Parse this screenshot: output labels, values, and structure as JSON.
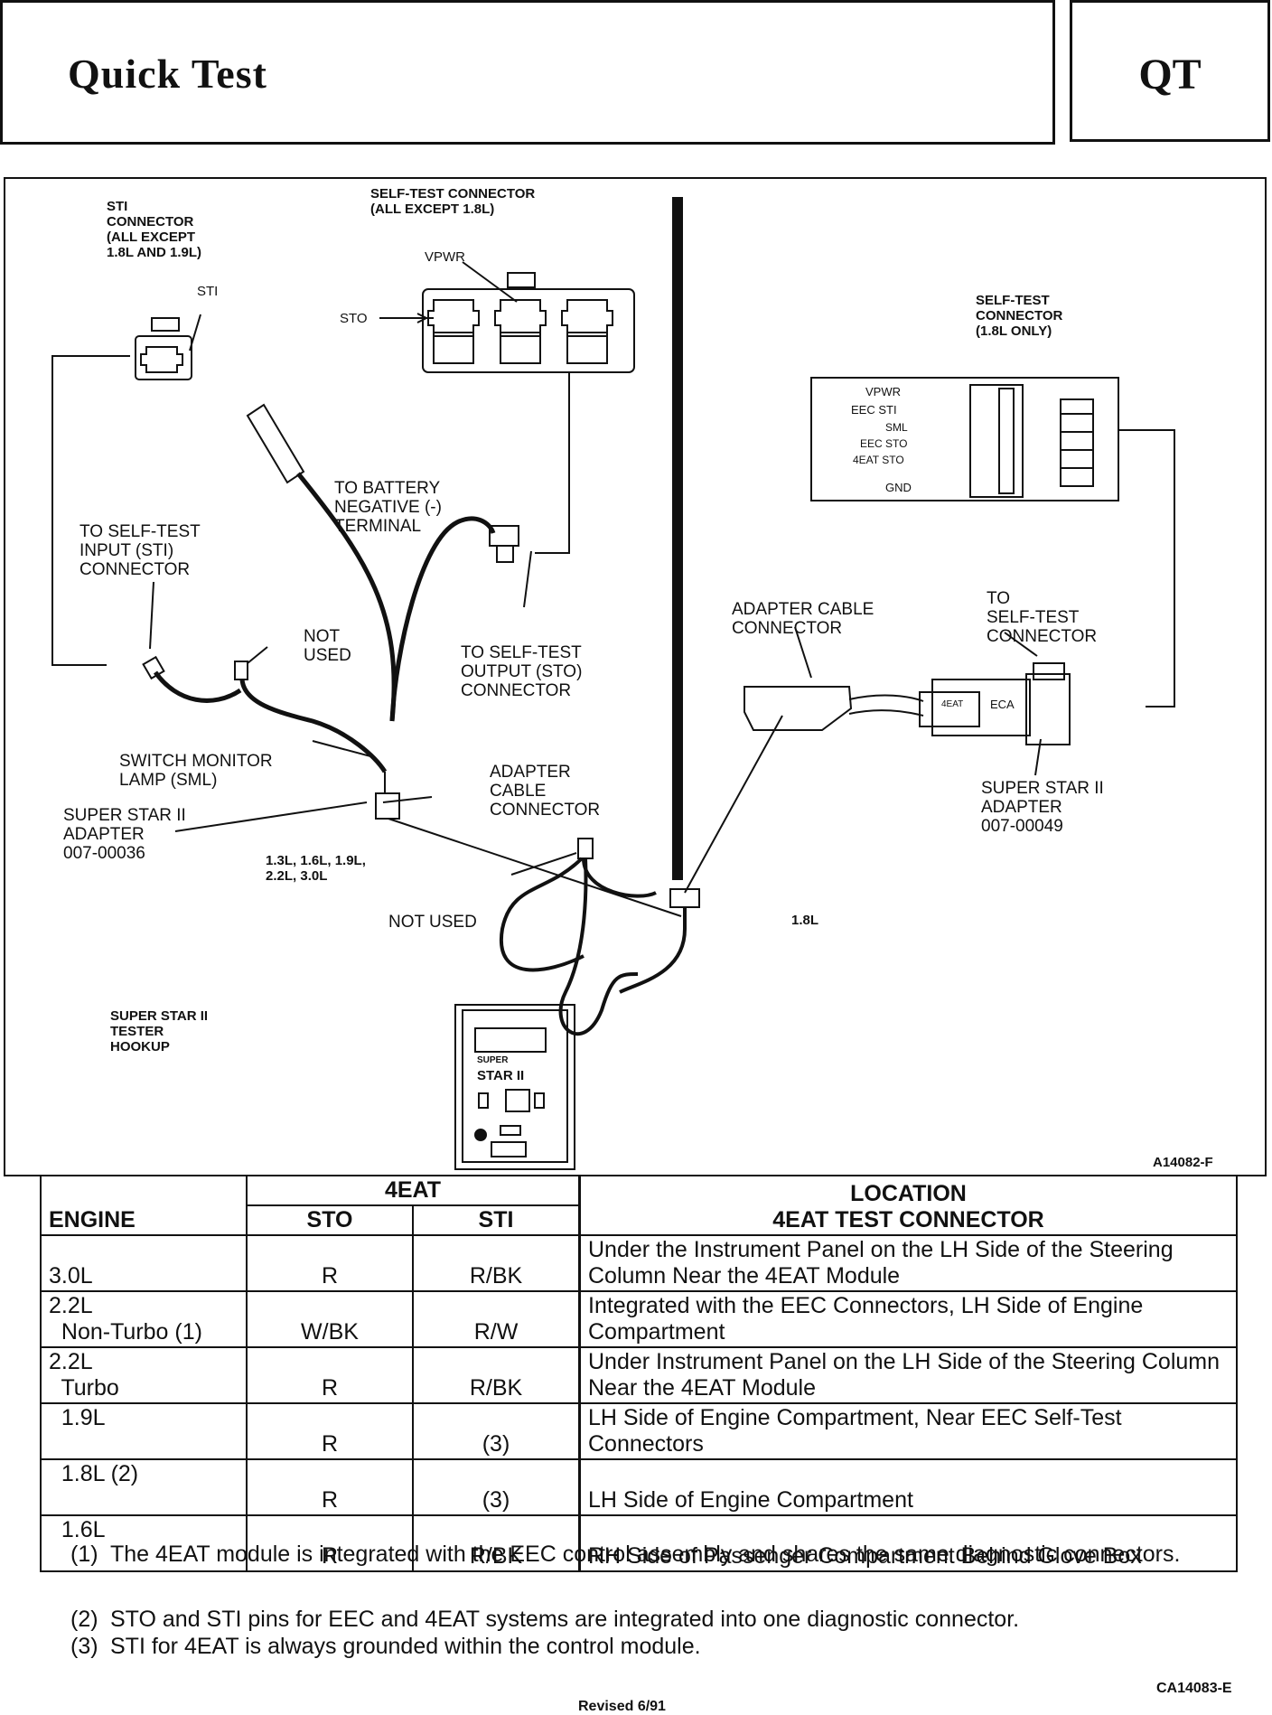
{
  "header": {
    "title": "Quick Test",
    "code": "QT"
  },
  "diagram": {
    "sti_connector": "STI\nCONNECTOR\n(ALL EXCEPT\n1.8L AND 1.9L)",
    "sti_pin": "STI",
    "self_test_connector": "SELF-TEST CONNECTOR\n(ALL EXCEPT 1.8L)",
    "vpwr": "VPWR",
    "sto": "STO",
    "to_battery": "TO BATTERY\nNEGATIVE (-)\nTERMINAL",
    "to_self_test_input": "TO SELF-TEST\nINPUT (STI)\nCONNECTOR",
    "not_used_1": "NOT\nUSED",
    "to_self_test_output": "TO SELF-TEST\nOUTPUT (STO)\nCONNECTOR",
    "switch_monitor_lamp": "SWITCH MONITOR\nLAMP (SML)",
    "adapter_cable_connector": "ADAPTER\nCABLE\nCONNECTOR",
    "super_star_adapter_1": "SUPER STAR II\nADAPTER\n007-00036",
    "engines_note": "1.3L, 1.6L, 1.9L,\n2.2L, 3.0L",
    "not_used_2": "NOT USED",
    "tester_hookup": "SUPER STAR II\nTESTER\nHOOKUP",
    "tester_brand": "SUPER",
    "tester_model": "STAR II",
    "self_test_connector_18": "SELF-TEST\nCONNECTOR\n(1.8L ONLY)",
    "pins_18": [
      "VPWR",
      "EEC STI",
      "SML",
      "EEC STO",
      "4EAT STO",
      "GND"
    ],
    "adapter_cable_connector_18": "ADAPTER CABLE\nCONNECTOR",
    "to_self_test_connector_18": "TO\nSELF-TEST\nCONNECTOR",
    "adapter_label_4eat": "4EAT",
    "adapter_label_eca": "ECA",
    "super_star_adapter_2": "SUPER STAR II\nADAPTER\n007-00049",
    "label_18l": "1.8L",
    "figure_code": "A14082-F"
  },
  "table": {
    "header_engine": "ENGINE",
    "header_group": "4EAT",
    "header_sto": "STO",
    "header_sti": "STI",
    "header_location_1": "LOCATION",
    "header_location_2": "4EAT TEST CONNECTOR",
    "rows": [
      {
        "engine_1": "",
        "engine_2": "3.0L",
        "sto": "R",
        "sti": "R/BK",
        "location": "Under the Instrument Panel on the LH Side of the Steering Column  Near the 4EAT Module"
      },
      {
        "engine_1": "2.2L",
        "engine_2": "  Non-Turbo (1)",
        "sto": "W/BK",
        "sti": "R/W",
        "location": "Integrated with the EEC Connectors, LH Side of Engine Compartment"
      },
      {
        "engine_1": "2.2L",
        "engine_2": "  Turbo",
        "sto": "R",
        "sti": "R/BK",
        "location": "Under Instrument Panel on the LH Side of the Steering Column Near the 4EAT Module"
      },
      {
        "engine_1": "  1.9L",
        "engine_2": "",
        "sto": "R",
        "sti": "(3)",
        "location": "LH Side of Engine Compartment, Near EEC Self-Test Connectors"
      },
      {
        "engine_1": "  1.8L (2)",
        "engine_2": "",
        "sto": "R",
        "sti": "(3)",
        "location": "LH Side of Engine Compartment"
      },
      {
        "engine_1": "  1.6L",
        "engine_2": "",
        "sto": "R",
        "sti": "R/BK",
        "location": "RH Side of Passenger Compartment Behind Glove Box"
      }
    ]
  },
  "footnotes": [
    {
      "num": "(1)",
      "text": "The 4EAT  module is integrated with the EEC control assembly and shares the same diagnostic connectors."
    },
    {
      "num": "(2)",
      "text": "STO and STI pins for EEC and 4EAT systems are integrated into one diagnostic connector."
    },
    {
      "num": "(3)",
      "text": "STI for 4EAT is always grounded within the control module."
    }
  ],
  "table_code": "CA14083-E",
  "revised": "Revised 6/91"
}
